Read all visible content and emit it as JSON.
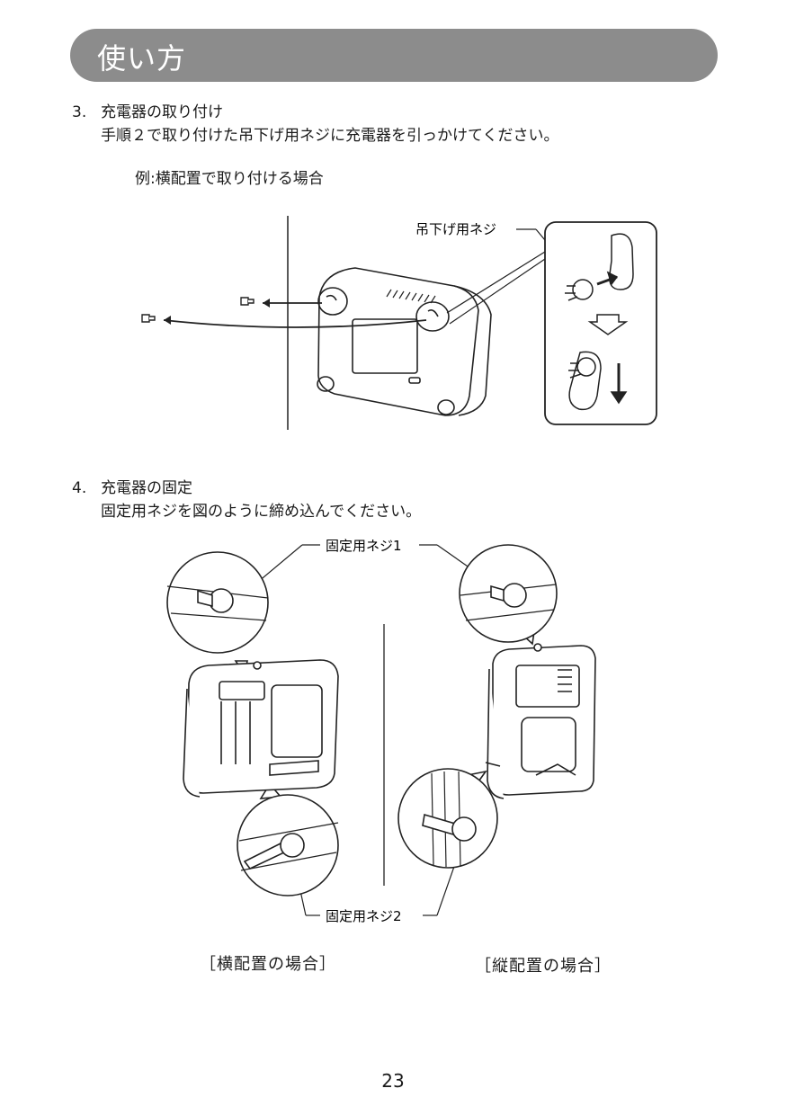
{
  "header": {
    "title": "使い方"
  },
  "step3": {
    "number": "3.",
    "title": "充電器の取り付け",
    "description": "手順２で取り付けた吊下げ用ネジに充電器を引っかけてください。",
    "example": "例:横配置で取り付ける場合",
    "screw_label": "吊下げ用ネジ"
  },
  "step4": {
    "number": "4.",
    "title": "充電器の固定",
    "description": "固定用ネジを図のように締め込んでください。",
    "screw1_label": "固定用ネジ1",
    "screw2_label": "固定用ネジ2",
    "caption_horizontal": "［横配置の場合］",
    "caption_vertical": "［縦配置の場合］"
  },
  "page_number": "23"
}
